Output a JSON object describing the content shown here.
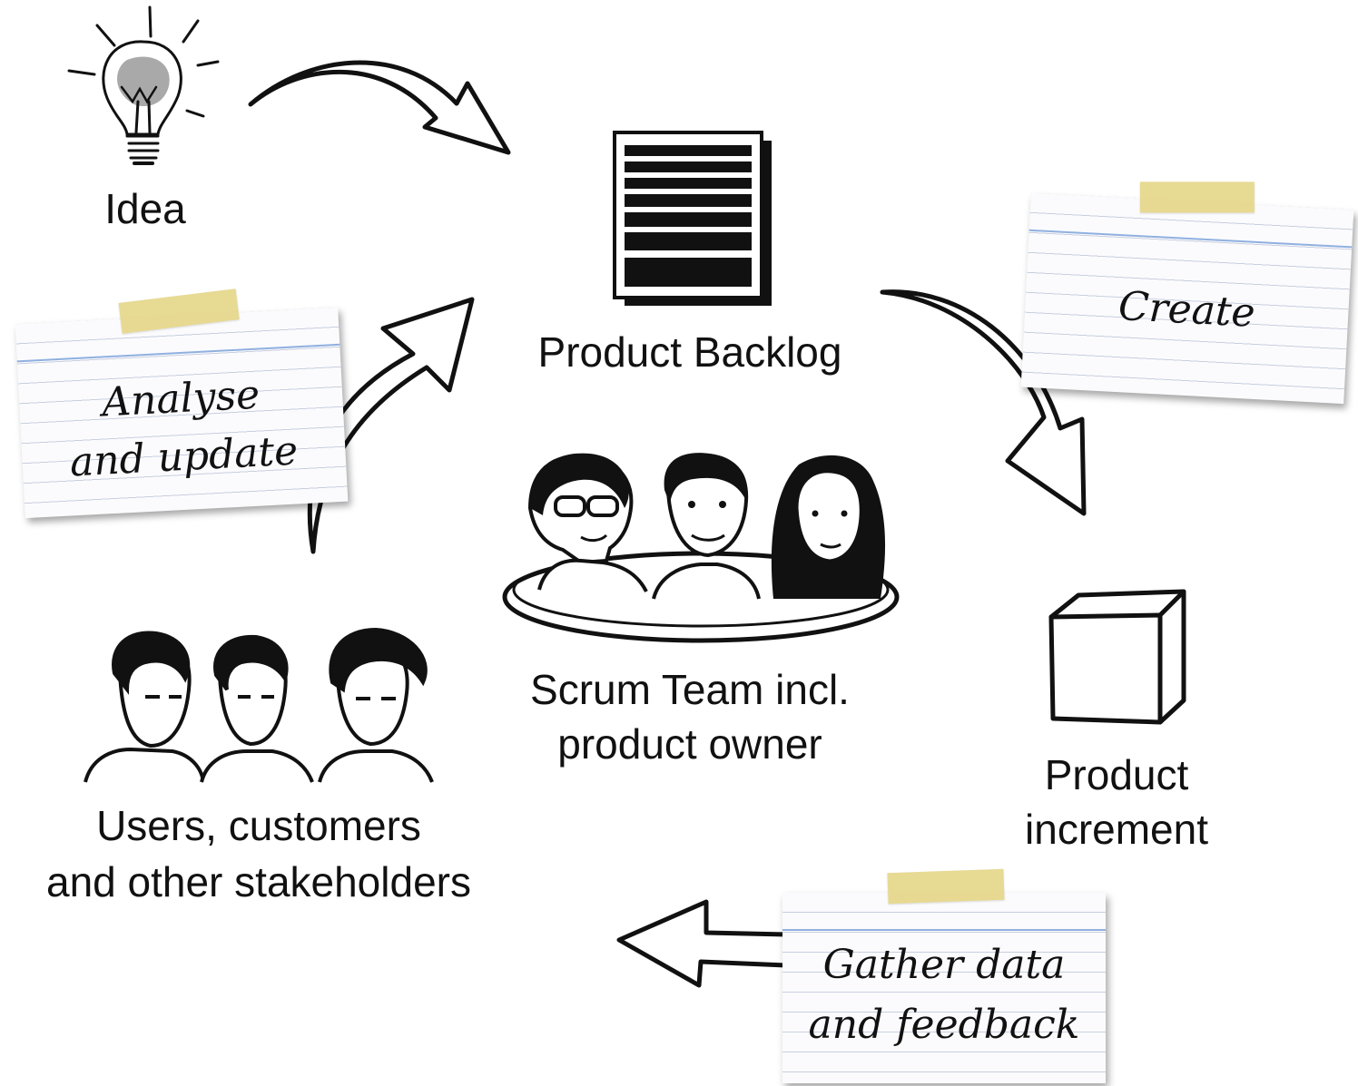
{
  "nodes": {
    "idea": "Idea",
    "product_backlog": "Product Backlog",
    "scrum_team_line1": "Scrum Team incl.",
    "scrum_team_line2": "product owner",
    "stakeholders_line1": "Users, customers",
    "stakeholders_line2": "and other stakeholders",
    "increment_line1": "Product",
    "increment_line2": "increment"
  },
  "cards": {
    "analyse_line1": "Analyse",
    "analyse_line2": "and update",
    "create": "Create",
    "gather_line1": "Gather data",
    "gather_line2": "and feedback"
  },
  "colors": {
    "ink": "#111111",
    "card_paper": "#fbfbfd",
    "card_rule": "#c9cfe0",
    "card_header_rule": "#8fb0e0",
    "tape": "#e6d78a",
    "bulb_glow": "#a9a9a9"
  }
}
